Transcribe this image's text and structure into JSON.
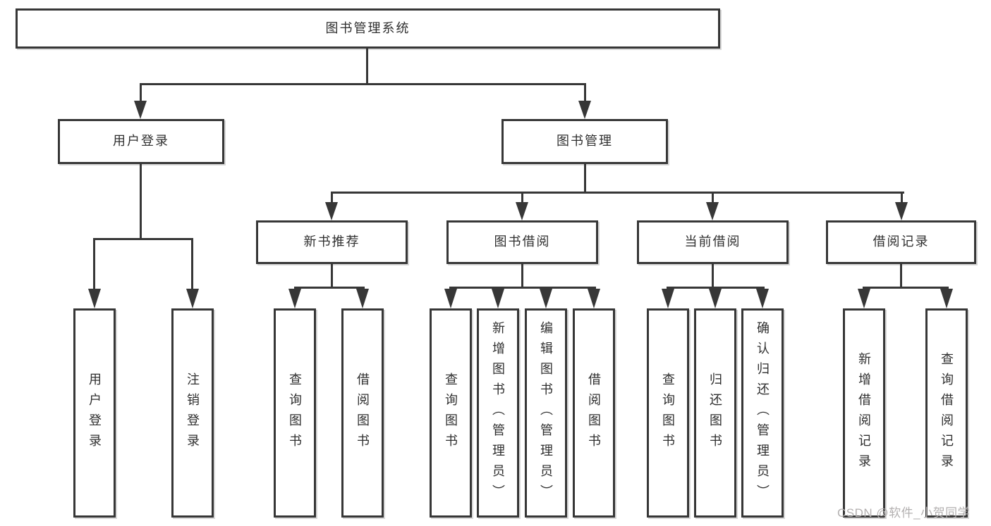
{
  "colors": {
    "line": "#373737",
    "text": "#2f2f2f",
    "background": "#ffffff",
    "watermark": "#b3b0b0"
  },
  "watermark": {
    "text": "CSDN @软件_小贺同学"
  },
  "diagram": {
    "root": {
      "label": "图书管理系统"
    },
    "branches": [
      {
        "label": "用户登录",
        "children": [
          {
            "label": "用户登录"
          },
          {
            "label": "注销登录"
          }
        ]
      },
      {
        "label": "图书管理",
        "children": [
          {
            "label": "新书推荐",
            "children": [
              {
                "label": "查询图书"
              },
              {
                "label": "借阅图书"
              }
            ]
          },
          {
            "label": "图书借阅",
            "children": [
              {
                "label": "查询图书"
              },
              {
                "label": "新增图书（管理员）"
              },
              {
                "label": "编辑图书（管理员）"
              },
              {
                "label": "借阅图书"
              }
            ]
          },
          {
            "label": "当前借阅",
            "children": [
              {
                "label": "查询图书"
              },
              {
                "label": "归还图书"
              },
              {
                "label": "确认归还（管理员）"
              }
            ]
          },
          {
            "label": "借阅记录",
            "children": [
              {
                "label": "新增借阅记录"
              },
              {
                "label": "查询借阅记录"
              }
            ]
          }
        ]
      }
    ]
  }
}
